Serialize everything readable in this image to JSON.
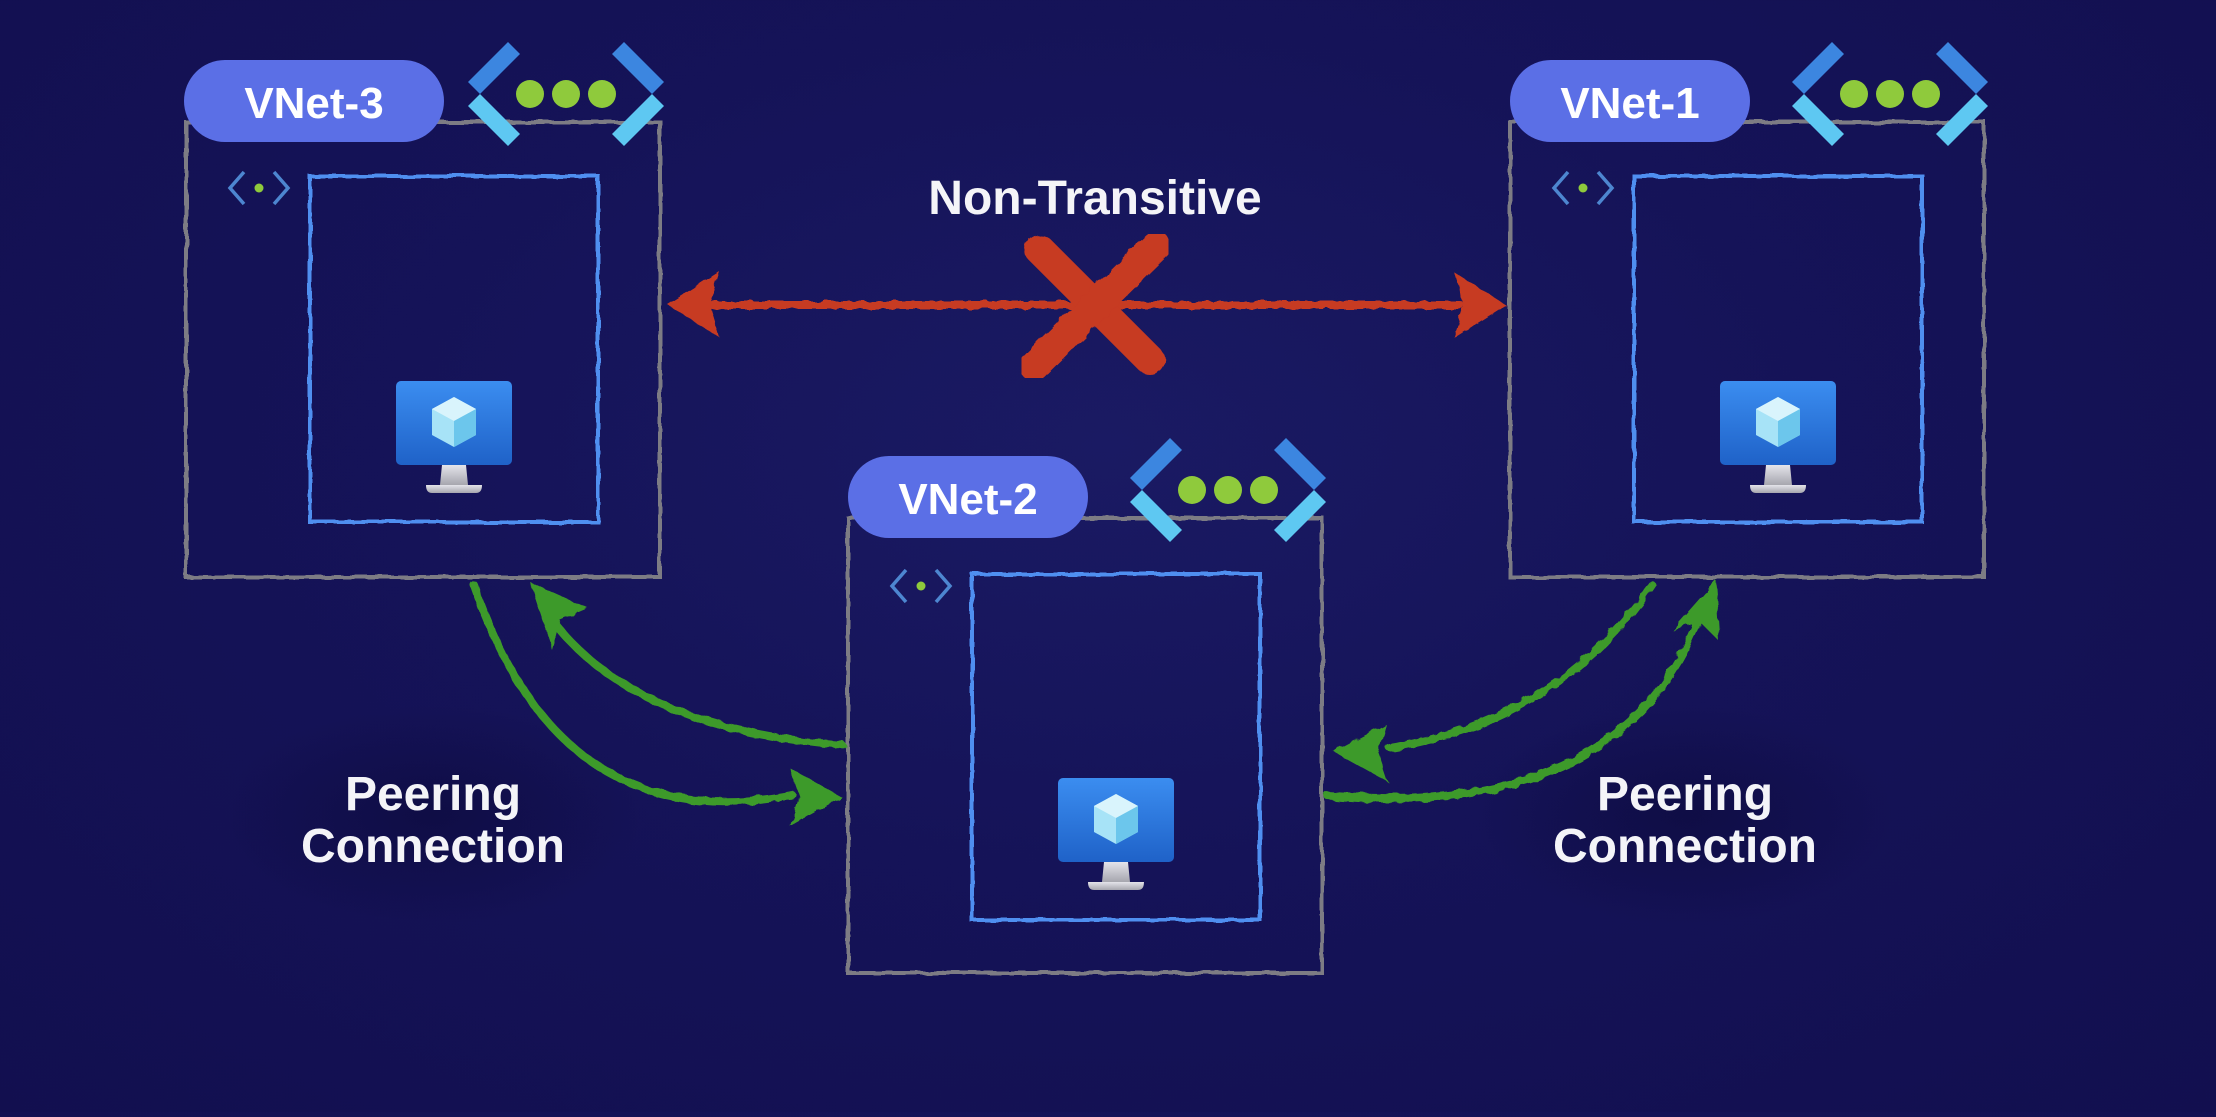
{
  "diagram": {
    "vnets": {
      "vnet3": {
        "label": "VNet-3"
      },
      "vnet1": {
        "label": "VNet-1"
      },
      "vnet2": {
        "label": "VNet-2"
      }
    },
    "non_transitive_label": "Non-Transitive",
    "peering_left": {
      "line1": "Peering",
      "line2": "Connection"
    },
    "peering_right": {
      "line1": "Peering",
      "line2": "Connection"
    },
    "colors": {
      "background": "#151358",
      "vnet_pill": "#5b6fe6",
      "outer_box": "#7d7c84",
      "subnet_box": "#4f8ff0",
      "vnet_icon_chevron_dark": "#3c86e0",
      "vnet_icon_chevron_light": "#5ec8f2",
      "vnet_icon_dot": "#8fca3c",
      "non_transitive_arrow": "#c73a24",
      "peering_arrow": "#3e9a2c",
      "vm_screen": "#2f7fe0",
      "vm_stand": "#c9c9cf"
    },
    "icons": [
      "vnet-icon",
      "subnet-icon",
      "virtual-machine-icon",
      "cross-icon"
    ]
  }
}
